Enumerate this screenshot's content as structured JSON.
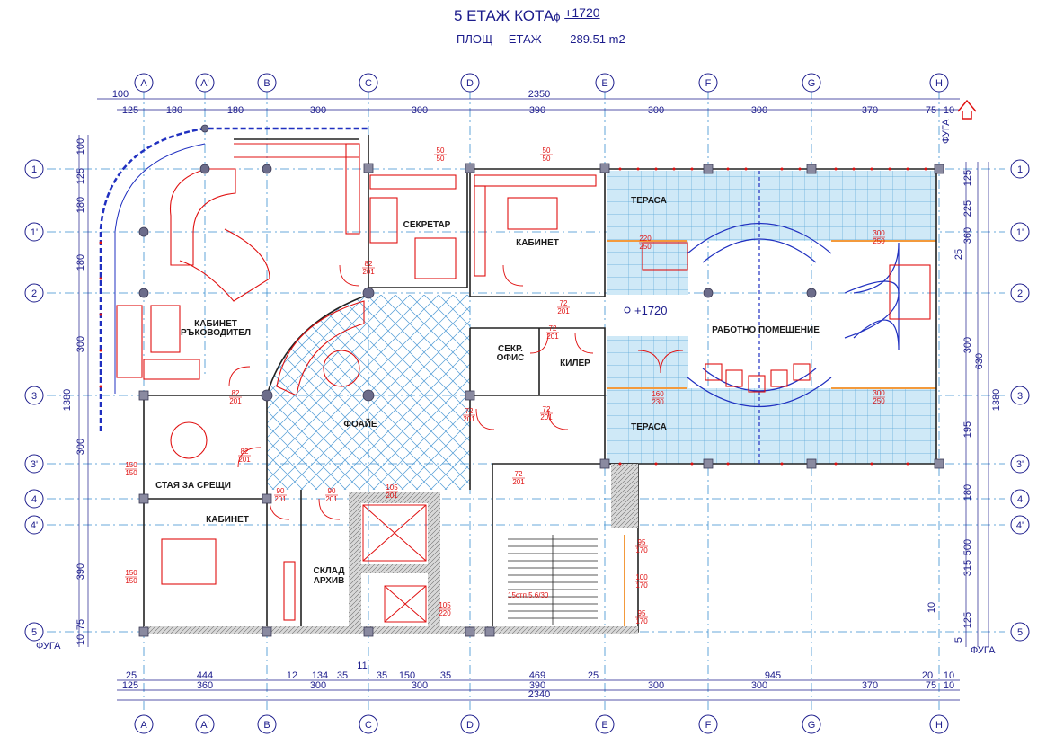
{
  "header": {
    "title": "5 ЕТАЖ КОТА",
    "level_value": "+1720",
    "area_label": "ПЛОЩ ЕТАЖ",
    "area_value": "289.51 m2"
  },
  "axes": {
    "columns": [
      "A",
      "A'",
      "B",
      "C",
      "D",
      "E",
      "F",
      "G",
      "H"
    ],
    "rows": [
      "1",
      "1'",
      "2",
      "3",
      "3'",
      "4",
      "4'",
      "5"
    ]
  },
  "rooms": {
    "director_office": "КАБИНЕТ РЪКОВОДИТЕЛ",
    "secretary": "СЕКРЕТАР",
    "office_top": "КАБИНЕТ",
    "terrace_top": "ТЕРАСА",
    "workroom": "РАБОТНО ПОМЕЩЕНИЕ",
    "terrace_bottom": "ТЕРАСА",
    "foyer": "ФОАЙЕ",
    "secretary_office": "СЕКР. ОФИС",
    "pantry": "КИЛЕР",
    "meeting_room": "СТАЯ ЗА СРЕЩИ",
    "office_bottom": "КАБИНЕТ",
    "archive": "СКЛАД АРХИВ"
  },
  "labels": {
    "level_mark": "+1720",
    "joint": "ФУГА",
    "stairs": "15стп.5.6/30"
  },
  "dims_top_total": "2350",
  "dims_top_a": "100",
  "dims_top": [
    "125",
    "180",
    "180",
    "300",
    "300",
    "390",
    "300",
    "300",
    "370",
    "75",
    "10"
  ],
  "dims_bottom_1": [
    "25",
    "444",
    "12",
    "134",
    "35",
    "11",
    "35",
    "150",
    "35",
    "469",
    "25",
    "945",
    "20",
    "10"
  ],
  "dims_bottom_2": [
    "125",
    "360",
    "300",
    "300",
    "390",
    "300",
    "300",
    "370",
    "75",
    "10"
  ],
  "dims_bottom_total": "2340",
  "dims_left": [
    "100",
    "125",
    "180",
    "180",
    "300",
    "300",
    "390",
    "75",
    "10"
  ],
  "dims_left_total": "1380",
  "dims_right": [
    "125",
    "225",
    "360",
    "25",
    "300",
    "630",
    "195",
    "180",
    "500",
    "315",
    "125",
    "10",
    "5"
  ],
  "dims_right_total": "1380",
  "doors": [
    "82/201",
    "82/201",
    "82/201",
    "90/201",
    "72/201",
    "72/201",
    "72/201",
    "72/201",
    "72/201",
    "90/201",
    "105/220",
    "105/201",
    "160/230",
    "300/250",
    "300/250",
    "220/250",
    "50/50",
    "50/50",
    "150/150",
    "150/150",
    "95/170",
    "100/170",
    "95/170"
  ],
  "colors": {
    "grid_line": "#3a8fd0",
    "furniture": "#e01010",
    "text": "#1c1c8c",
    "terrace": "#9fd4ef",
    "column": "#6c6c8a"
  }
}
